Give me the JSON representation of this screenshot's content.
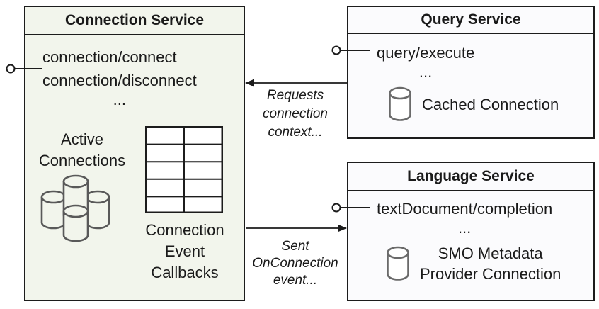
{
  "colors": {
    "connection_box_bg": "#f2f5ec",
    "service_box_bg": "#fbfbfd",
    "border": "#1c1c1c",
    "text": "#1a1a1a",
    "cylinder_stroke": "#6a6a6a",
    "cluster_stroke": "#595959"
  },
  "connection_service": {
    "title": "Connection Service",
    "method_1": "connection/connect",
    "method_2": "connection/disconnect",
    "ellipsis": "...",
    "active_line1": "Active",
    "active_line2": "Connections",
    "callbacks_line1": "Connection",
    "callbacks_line2": "Event",
    "callbacks_line3": "Callbacks"
  },
  "query_service": {
    "title": "Query Service",
    "method_1": "query/execute",
    "ellipsis": "...",
    "cache_label": "Cached Connection"
  },
  "language_service": {
    "title": "Language Service",
    "method_1": "textDocument/completion",
    "ellipsis": "...",
    "smo_line1": "SMO Metadata",
    "smo_line2": "Provider Connection"
  },
  "annotations": {
    "requests_line1": "Requests",
    "requests_line2": "connection",
    "requests_line3": "context...",
    "sent_line1": "Sent",
    "sent_line2": "OnConnection",
    "sent_line3": "event..."
  }
}
